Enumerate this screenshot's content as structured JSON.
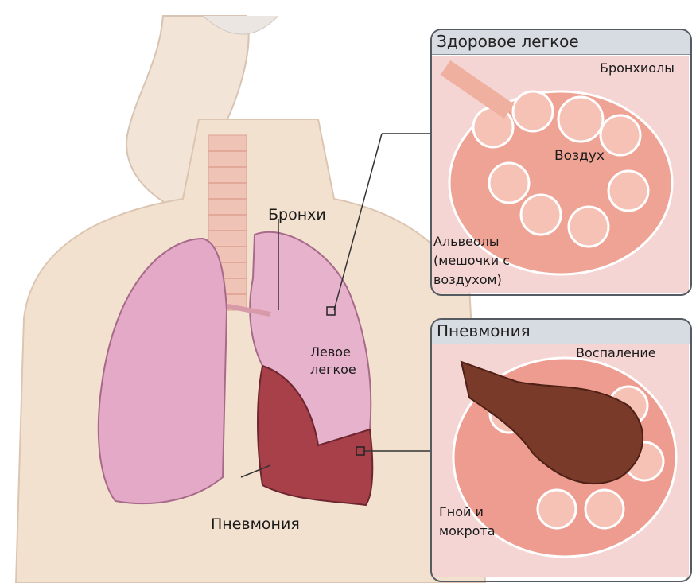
{
  "labels": {
    "bronchi": "Бронхи",
    "left_lung": "Левое\nлегкое",
    "pneumonia_bottom": "Пневмония"
  },
  "healthy_panel": {
    "title": "Здоровое легкое",
    "bronchioles": "Бронхиолы",
    "air": "Воздух",
    "alveoli": "Альвеолы\n(мешочки с\nвоздухом)"
  },
  "pneumonia_panel": {
    "title": "Пневмония",
    "inflammation": "Воспаление",
    "pus": "Гной и\nмокрота"
  },
  "colors": {
    "skin": "#f3e1cf",
    "healthy_lung": "#e3a9c6",
    "diseased_lung": "#a8404a",
    "trachea": "#efc3b5",
    "alveoli_healthy": "#eea394",
    "alveoli_inflamed": "#7a3a2a",
    "panel_border": "#555a63"
  }
}
